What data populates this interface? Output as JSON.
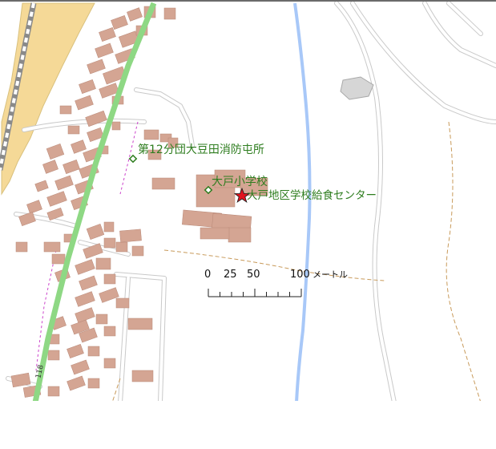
{
  "map": {
    "labels": {
      "fire_station": "第12分団大豆田消防屯所",
      "school": "大戸小学校",
      "lunch_center": "大戸地区学校給食センター"
    },
    "road_number": "118",
    "scale": {
      "ticks": [
        "0",
        "25",
        "50",
        "100"
      ],
      "unit": "メートル"
    },
    "colors": {
      "label_text": "#2e7d1f",
      "building": "#d4a593",
      "main_road": "#8ed884",
      "river": "#a8c8f8",
      "field": "#f5d997",
      "marker": "#e0141e"
    }
  }
}
